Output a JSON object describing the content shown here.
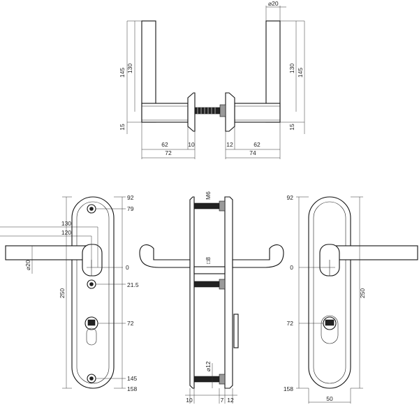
{
  "top_view": {
    "dims": {
      "rose_diameter": "20",
      "handle_height_left": "145",
      "grip_height_left": "130",
      "bottom_left": "15",
      "handle_height_right": "145",
      "grip_height_right": "130",
      "bottom_right": "15",
      "reach_left": "62",
      "rose_left": "10",
      "total_left": "72",
      "rose_right": "12",
      "reach_right": "62",
      "total_right": "74"
    }
  },
  "front_left": {
    "dims": {
      "top": "92",
      "screw_top": "79",
      "handle_length_1": "130",
      "handle_length_2": "120",
      "handle_diameter": "20",
      "handle_axis": "0",
      "height": "250",
      "screw_mid": "21.5",
      "cylinder": "72",
      "screw_bottom": "145",
      "bottom": "158"
    }
  },
  "side_view": {
    "dims": {
      "bolt_m": "M6",
      "spindle": "8",
      "bolt_d": "12",
      "plate_left": "10",
      "gap": "7",
      "plate_right": "12"
    }
  },
  "front_right": {
    "dims": {
      "top": "92",
      "handle_axis": "0",
      "height": "250",
      "cylinder": "72",
      "bottom": "158",
      "width": "50"
    }
  }
}
